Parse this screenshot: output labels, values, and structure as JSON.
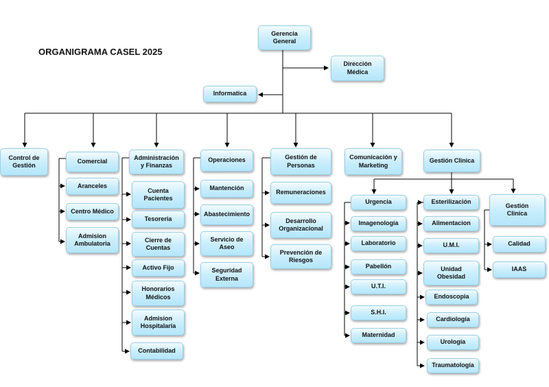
{
  "title": "ORGANIGRAMA CASEL 2025",
  "nodes": {
    "gerencia": "Gerencia\nGeneral",
    "direccion_medica": "Dirección\nMédica",
    "informatica": "Informatica",
    "control_gestion": "Control de\nGestión",
    "comercial": "Comercial",
    "aranceles": "Aranceles",
    "centro_medico": "Centro Médico",
    "admision_ambulatoria": "Admision\nAmbulatoria",
    "administracion": "Administración\ny Finanzas",
    "cuenta_pacientes": "Cuenta\nPacientes",
    "tesoreria": "Tesoreria",
    "cierre_cuentas": "Cierre de\nCuentas",
    "activo_fijo": "Activo Fijo",
    "honorarios": "Honorarios\nMédicos",
    "admision_hospitalaria": "Admision\nHospitalaria",
    "contabilidad": "Contabilidad",
    "operaciones": "Operaciones",
    "mantencion": "Mantención",
    "abastecimiento": "Abastecimiento",
    "servicio_aseo": "Servicio de\nAseo",
    "seguridad": "Seguridad\nExterna",
    "gestion_personas": "Gestión de\nPersonas",
    "remuneraciones": "Remuneraciones",
    "desarrollo": "Desarrollo\nOrganizacional",
    "prevencion": "Prevención de\nRiesgos",
    "comunicacion": "Comunicación y\nMarketing",
    "gestion_clinica": "Gestión Clinica",
    "urgencia": "Urgencia",
    "imagenologia": "Imagenología",
    "laboratorio": "Laboratorio",
    "pabellon": "Pabellón",
    "uti": "U.T.I.",
    "shi": "S.H.I.",
    "maternidad": "Maternidad",
    "esterilizacion": "Esterilización",
    "alimentacion": "Alimentacion",
    "umi": "U.M.I.",
    "unidad_obesidad": "Unidad\nObesidad",
    "endoscopia": "Endoscopia",
    "cardiologia": "Cardiología",
    "urologia": "Urología",
    "traumatologia": "Traumatología",
    "gestion_clinica_2": "Gestión\nClinica",
    "calidad": "Calidad",
    "iaas": "IAAS"
  }
}
